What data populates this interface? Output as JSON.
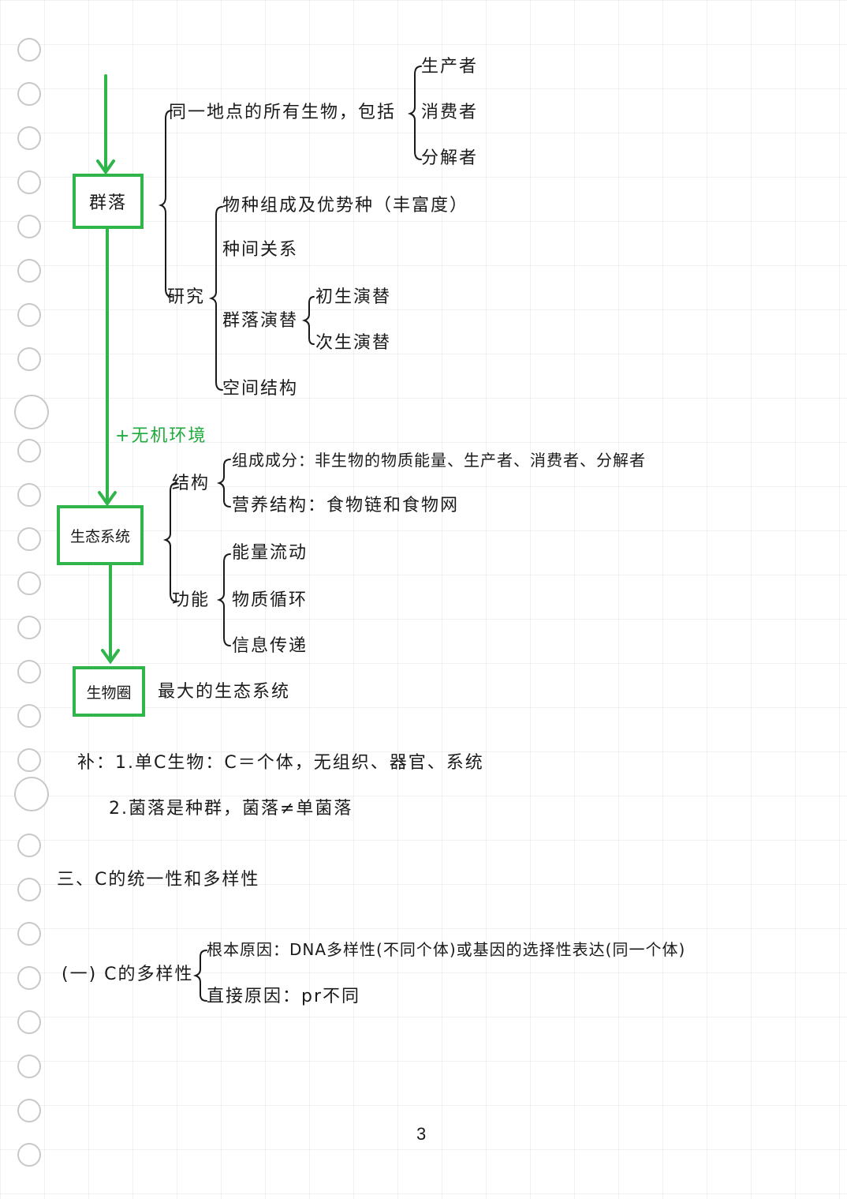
{
  "page_number": "3",
  "colors": {
    "accent": "#2fb54a",
    "ink": "#1a1a1a"
  },
  "boxes": {
    "community": "群落",
    "ecosystem": "生态系统",
    "biosphere": "生物圈"
  },
  "community": {
    "definition": "同一地点的所有生物，包括",
    "members": [
      "生产者",
      "消费者",
      "分解者"
    ],
    "research_label": "研究",
    "research_items": [
      "物种组成及优势种（丰富度）",
      "种间关系",
      "群落演替",
      "空间结构"
    ],
    "succession": [
      "初生演替",
      "次生演替"
    ]
  },
  "plus_environment": "+无机环境",
  "ecosystem": {
    "structure_label": "结构",
    "structure_items": [
      "组成成分：非生物的物质能量、生产者、消费者、分解者",
      "营养结构：食物链和食物网"
    ],
    "function_label": "功能",
    "function_items": [
      "能量流动",
      "物质循环",
      "信息传递"
    ]
  },
  "biosphere_desc": "最大的生态系统",
  "supplement": {
    "line1": "补：1.单C生物：C＝个体，无组织、器官、系统",
    "line2": "2.菌落是种群，菌落≠单菌落"
  },
  "section3": {
    "title": "三、C的统一性和多样性",
    "sub_label": "(一) C的多样性",
    "root_cause": "根本原因：DNA多样性(不同个体)或基因的选择性表达(同一个体)",
    "direct_cause": "直接原因：pr不同"
  }
}
